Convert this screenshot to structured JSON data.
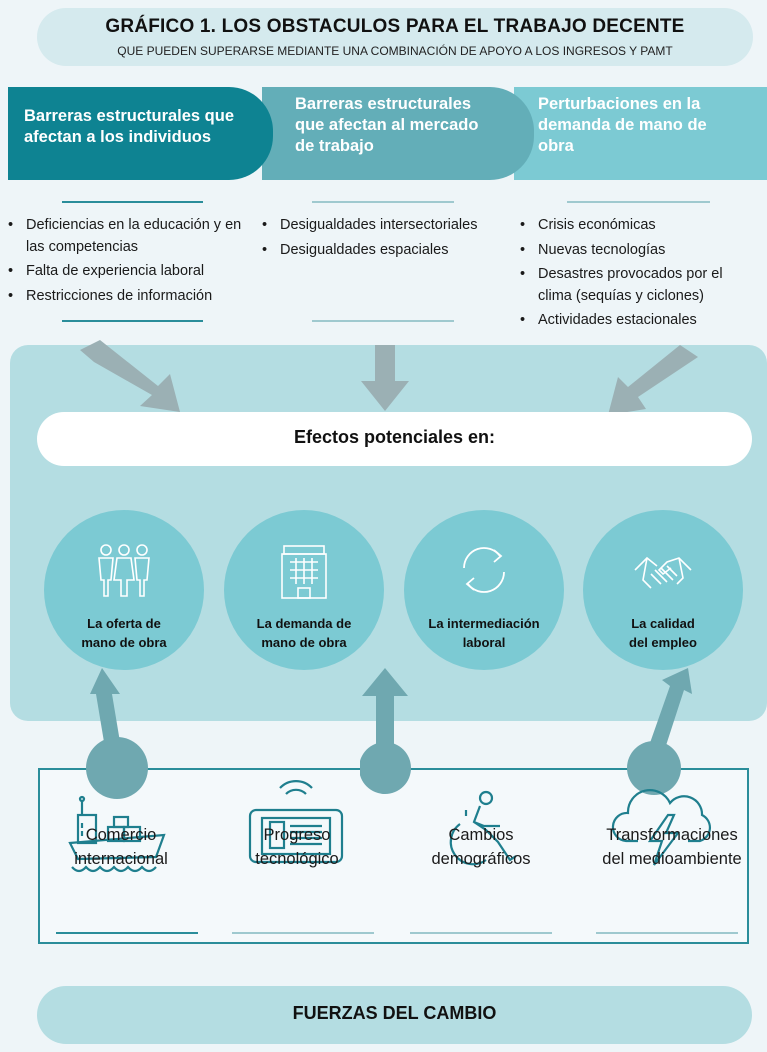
{
  "header": {
    "title": "GRÁFICO 1. LOS OBSTACULOS PARA EL TRABAJO DECENTE",
    "subtitle": "QUE PUEDEN SUPERARSE MEDIANTE UNA COMBINACIÓN DE APOYO A LOS INGRESOS Y PAMT"
  },
  "barriers": [
    {
      "heading": "Barreras estructurales que afectan a los individuos",
      "items": [
        "Deficiencias en la educación y en las competencias",
        "Falta de experiencia laboral",
        "Restricciones de información"
      ]
    },
    {
      "heading": "Barreras estructurales que afectan al mercado de trabajo",
      "items": [
        "Desigualdades intersectoriales",
        "Desigualdades espaciales"
      ]
    },
    {
      "heading": "Perturbaciones en la demanda de mano de obra",
      "items": [
        "Crisis económicas",
        "Nuevas tecnologías",
        "Desastres provocados por el clima (sequías y ciclones)",
        "Actividades estacionales"
      ]
    }
  ],
  "effects": {
    "title": "Efectos potenciales en:",
    "items": [
      {
        "label_line1": "La oferta de",
        "label_line2": "mano de obra",
        "icon": "people-icon"
      },
      {
        "label_line1": "La demanda de",
        "label_line2": "mano de obra",
        "icon": "building-icon"
      },
      {
        "label_line1": "La intermediación",
        "label_line2": "laboral",
        "icon": "cycle-arrows-icon"
      },
      {
        "label_line1": "La calidad",
        "label_line2": "del empleo",
        "icon": "handshake-icon"
      }
    ]
  },
  "forces": {
    "title": "FUERZAS DEL CAMBIO",
    "items": [
      {
        "line1": "Comercio",
        "line2": "internacional",
        "icon": "ship-icon"
      },
      {
        "line1": "Progreso",
        "line2": "tecnológico",
        "icon": "tablet-icon"
      },
      {
        "line1": "Cambios",
        "line2": "demográficos",
        "icon": "wheelchair-icon"
      },
      {
        "line1": "Transformaciones",
        "line2": "del medioambiente",
        "icon": "storm-cloud-icon"
      }
    ]
  },
  "colors": {
    "dark_teal": "#0e8392",
    "mid_teal": "#63aeb8",
    "light_teal": "#7ccad3",
    "region_bg": "#b4dde2",
    "arrow_gray": "#9bb0b4",
    "connector_teal": "#6fa8b0"
  }
}
